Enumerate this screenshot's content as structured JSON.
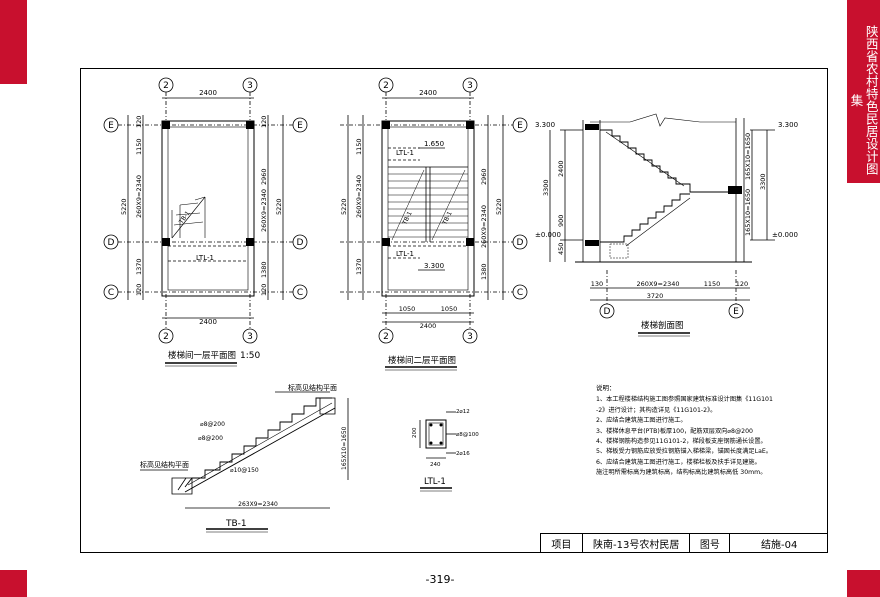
{
  "side_banner": {
    "title": "陕西省农村特色民居设计图集"
  },
  "page_number": "-319-",
  "title_block": {
    "project_label": "项目",
    "project_name": "陕南-13号农村民居",
    "drawing_no_label": "图号",
    "drawing_no": "结施-04"
  },
  "drawings": {
    "plan1": {
      "title": "楼梯间一层平面图",
      "scale": "1:50"
    },
    "plan2": {
      "title": "楼梯间二层平面图"
    },
    "section": {
      "title": "楼梯剖面图"
    },
    "tb1": {
      "title": "TB-1",
      "label_top": "标高见结构平面",
      "label_bottom": "标高见结构平面"
    },
    "ltl1": {
      "title": "LTL-1"
    }
  },
  "notes": {
    "title": "说明：",
    "lines": [
      "1、本工程楼梯结构施工图参照国家建筑标准设计图集《11G101",
      "  -2》进行设计；其构造详见《11G101-2》。",
      "2、应结合建筑施工图进行施工。",
      "3、楼梯休息平台(PTB)板厚100，配筋双层双向⌀8@200",
      "4、楼梯钢筋构造参见11G101-2，梯段板支座钢筋通长设置。",
      "5、梯板受力钢筋应放受拉钢筋锚入梯梯梁，锚固长度满足LaE。",
      "6、应结合建筑施工图进行施工，楼梯栏板及扶手详见建施。",
      "  施注明所需标高为建筑标高，结构标高比建筑标高低 30mm。"
    ]
  },
  "plan_labels": {
    "axis_2": "2",
    "axis_3": "3",
    "axis_E": "E",
    "axis_D": "D",
    "axis_C": "C",
    "dim_2400": "2400",
    "dim_5220": "5220",
    "dim_120": "120",
    "dim_1150": "1150",
    "dim_260x9": "260X9=2340",
    "dim_1370": "1370",
    "dim_2960": "2960",
    "dim_1380": "1380",
    "dim_1050": "1050",
    "ltl": "LTL-1",
    "tb": "TB-1",
    "el_1650": "1.650",
    "el_3300": "3.300",
    "el_000": "±0.000",
    "dim_3300": "3300",
    "dim_2400b": "2400",
    "dim_900": "900",
    "dim_450": "450",
    "dim_165x10": "165X10=1650",
    "dim_130": "130",
    "dim_3720": "3720",
    "dim_tb": "263X9=2340",
    "dim_tb_h": "165X10=1650",
    "ltl_200": "200",
    "ltl_240": "240",
    "ltl_212": "2⌀12",
    "ltl_stir": "⌀8@100",
    "ltl_216": "2⌀16",
    "tb_r1": "⌀8@200",
    "tb_r2": "⌀10@150",
    "tb_r3": "⌀8@200"
  }
}
